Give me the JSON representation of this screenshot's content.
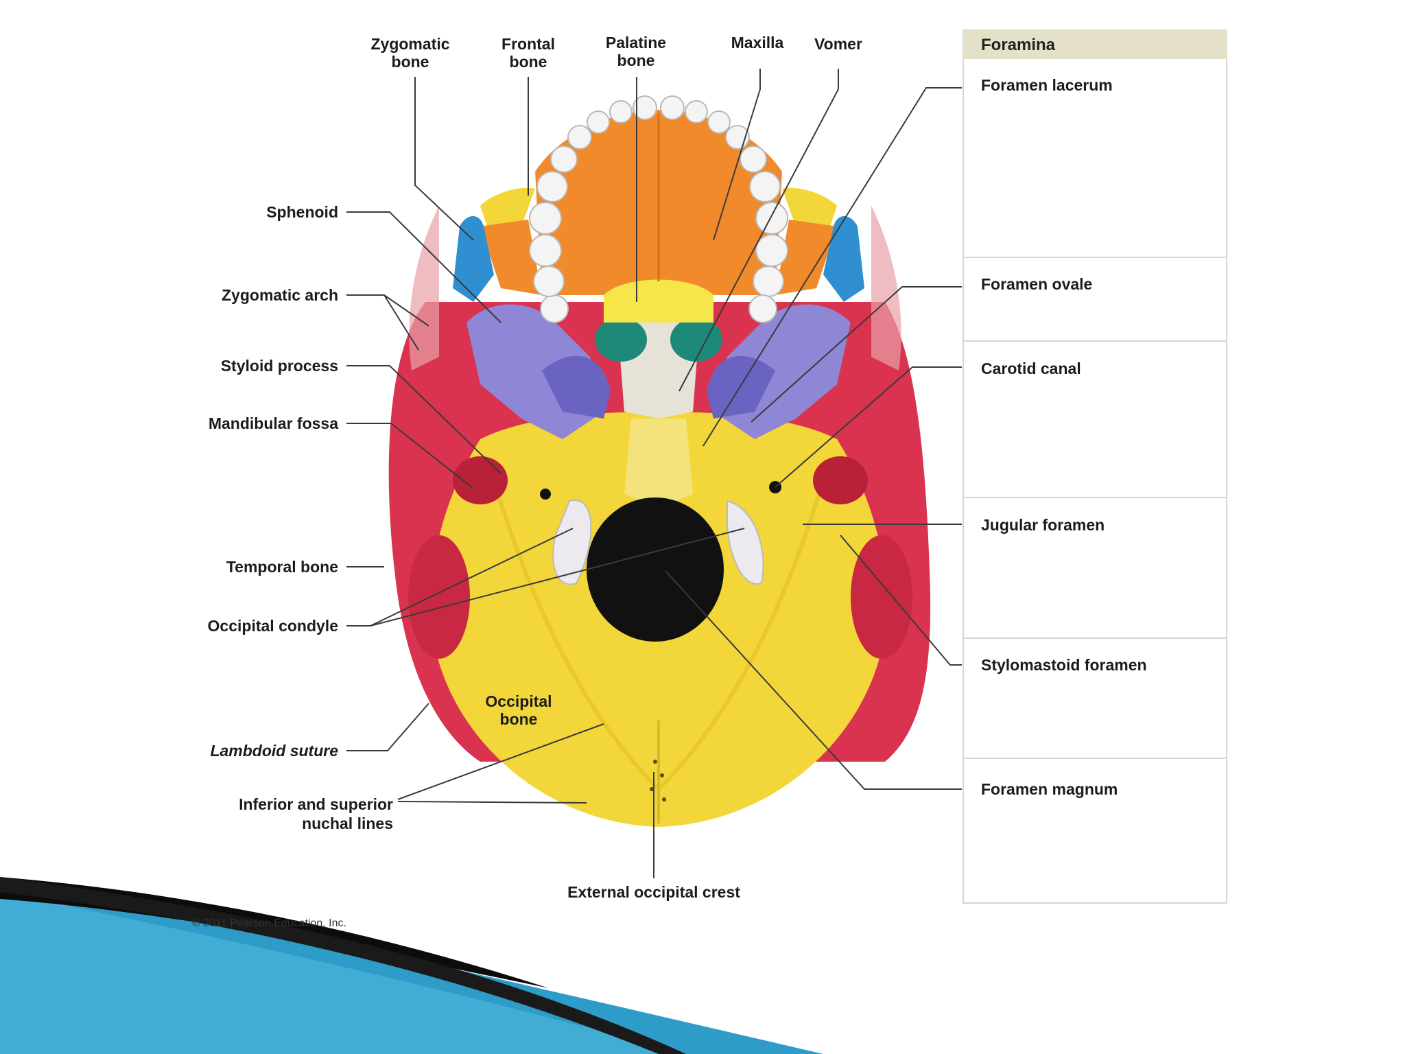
{
  "labels": {
    "top": [
      {
        "id": "zygomatic-bone",
        "lines": [
          "Zygomatic",
          "bone"
        ]
      },
      {
        "id": "frontal-bone",
        "lines": [
          "Frontal",
          "bone"
        ]
      },
      {
        "id": "palatine-bone",
        "lines": [
          "Palatine",
          "bone"
        ]
      },
      {
        "id": "maxilla",
        "lines": [
          "Maxilla"
        ]
      },
      {
        "id": "vomer",
        "lines": [
          "Vomer"
        ]
      }
    ],
    "left": [
      {
        "id": "sphenoid",
        "text": "Sphenoid"
      },
      {
        "id": "zygomatic-arch",
        "text": "Zygomatic arch"
      },
      {
        "id": "styloid-process",
        "text": "Styloid process"
      },
      {
        "id": "mandibular-fossa",
        "text": "Mandibular fossa"
      },
      {
        "id": "temporal-bone",
        "text": "Temporal bone"
      },
      {
        "id": "occipital-condyle",
        "text": "Occipital condyle"
      },
      {
        "id": "lambdoid-suture",
        "text": "Lambdoid suture"
      },
      {
        "id": "nuchal-lines",
        "lines": [
          "Inferior and superior",
          "nuchal lines"
        ]
      }
    ],
    "center": {
      "lines": [
        "Occipital",
        "bone"
      ]
    },
    "bottom": "External occipital crest"
  },
  "foramina_panel": {
    "title": "Foramina",
    "rows": [
      "Foramen lacerum",
      "Foramen ovale",
      "Carotid canal",
      "Jugular foramen",
      "Stylomastoid foramen",
      "Foramen magnum"
    ]
  },
  "copyright": "© 2011 Pearson Education, Inc.",
  "colors": {
    "occipital": "#f2d63a",
    "sphenoid": "#8f86d6",
    "temporal": "#d9334f",
    "maxilla": "#f08a2a",
    "palatine": "#f7e64a",
    "zygomatic": "#2f8fd0",
    "vomer": "#e6e2d8",
    "teeth": "#f4f4f4",
    "panel_header": "#e5e1c9",
    "decor_teal": "#2e9cc8"
  }
}
